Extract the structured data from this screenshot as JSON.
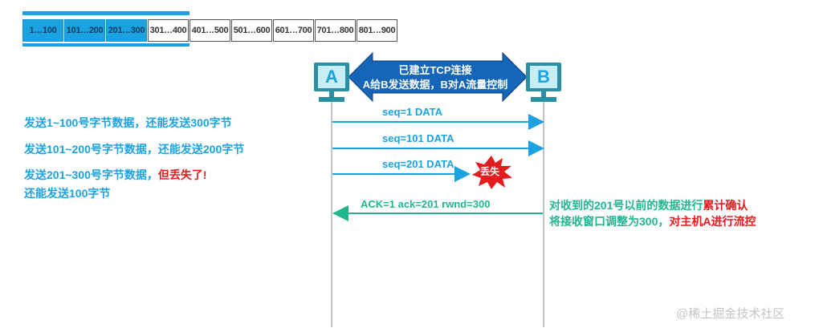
{
  "send_buffer": {
    "cells": [
      {
        "label": "1…100",
        "sent": true
      },
      {
        "label": "101…200",
        "sent": true
      },
      {
        "label": "201…300",
        "sent": true
      },
      {
        "label": "301…400",
        "sent": false
      },
      {
        "label": "401…500",
        "sent": false
      },
      {
        "label": "501…600",
        "sent": false
      },
      {
        "label": "601…700",
        "sent": false
      },
      {
        "label": "701…800",
        "sent": false
      },
      {
        "label": "801…900",
        "sent": false
      }
    ]
  },
  "hosts": {
    "a_label": "A",
    "b_label": "B"
  },
  "connection": {
    "line1": "已建立TCP连接",
    "line2": "A给B发送数据，B对A流量控制"
  },
  "left_notes": {
    "note1": "发送1~100号字节数据，还能发送300字节",
    "note2": "发送101~200号字节数据，还能发送200字节",
    "note3_prefix": "发送201~300号字节数据，",
    "note3_red": "但丢失了",
    "note3_suffix": "!",
    "note3_line2": "还能发送100字节"
  },
  "messages": {
    "seg1": "seq=1   DATA",
    "seg2": "seq=101   DATA",
    "seg3": "seq=201   DATA",
    "ack": "ACK=1   ack=201    rwnd=300",
    "lost": "丢失"
  },
  "right_note": {
    "line1_prefix": "对收到的201号以前的数据进行",
    "line1_red": "累计确认",
    "line2_prefix": "将接收窗口调整为300，",
    "line2_red": "对主机A进行流控"
  },
  "watermark": "@稀土掘金技术社区",
  "colors": {
    "blue": "#1aa3e0",
    "green": "#1fb78f",
    "red": "#e31c1c",
    "banner": "#1565b8",
    "host": "#2a8fa3"
  }
}
